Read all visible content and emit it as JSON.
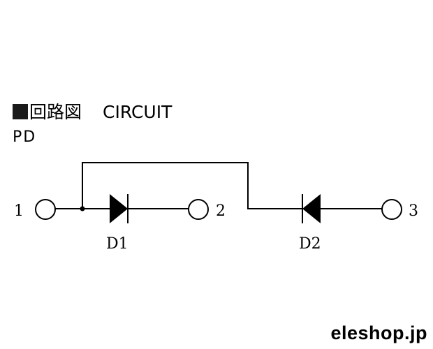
{
  "heading": {
    "jp": "回路図",
    "en": "CIRCUIT"
  },
  "subtitle": "PD",
  "terminals": [
    "1",
    "2",
    "3"
  ],
  "diodes": [
    "D1",
    "D2"
  ],
  "brand": "eleshop.jp"
}
